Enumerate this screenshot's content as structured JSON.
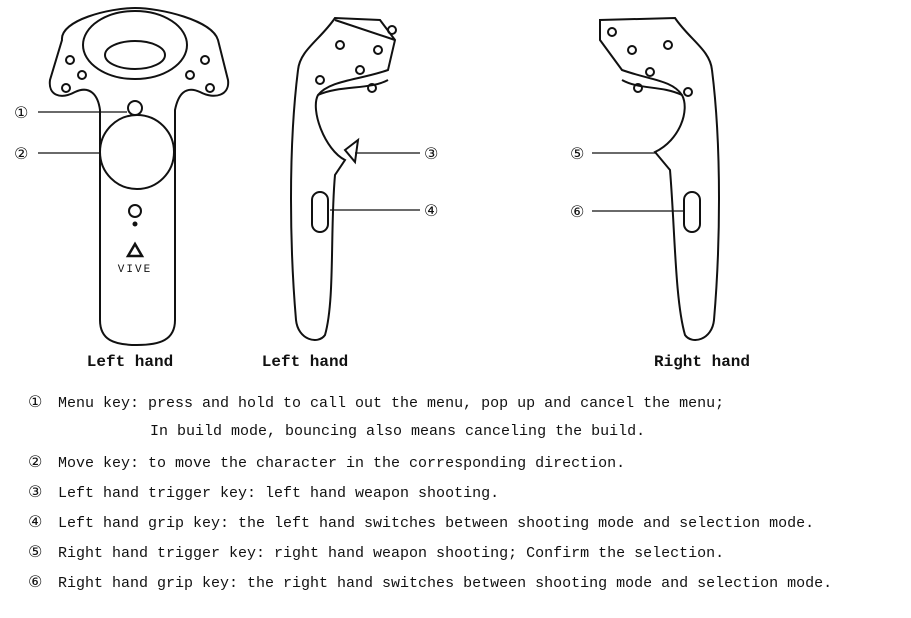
{
  "diagram": {
    "captions": [
      "Left hand",
      "Left hand",
      "Right hand"
    ],
    "logo_text": "VIVE",
    "callouts": [
      "①",
      "②",
      "③",
      "④",
      "⑤",
      "⑥"
    ]
  },
  "legend": [
    {
      "num": "①",
      "text": "Menu key: press and hold to call out the menu, pop up and cancel the menu;"
    },
    {
      "num": "",
      "text": "In build mode, bouncing also means canceling the build."
    },
    {
      "num": "②",
      "text": "Move key: to move the character in the corresponding direction."
    },
    {
      "num": "③",
      "text": "Left hand trigger key: left hand weapon shooting."
    },
    {
      "num": "④",
      "text": "Left hand grip key: the left hand switches between shooting mode and selection mode."
    },
    {
      "num": "⑤",
      "text": "Right hand trigger key: right hand weapon shooting; Confirm the selection."
    },
    {
      "num": "⑥",
      "text": "Right hand grip key: the right hand switches between shooting mode and selection mode."
    }
  ]
}
